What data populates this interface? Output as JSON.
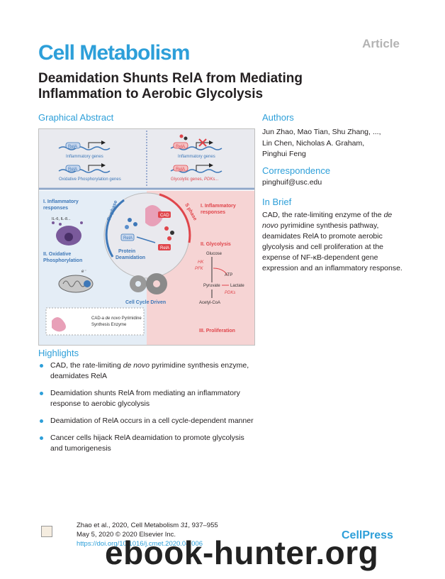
{
  "header": {
    "article_tag": "Article",
    "journal": "Cell Metabolism",
    "title_line1": "Deamidation Shunts RelA from Mediating",
    "title_line2": "Inflammation to Aerobic Glycolysis"
  },
  "graphical_abstract": {
    "heading": "Graphical Abstract",
    "top_left": {
      "gene_label1": "Inflammatory genes",
      "gene_label2": "Oxidative Phosphorylation genes",
      "rela": "RelA"
    },
    "top_right": {
      "gene_label1": "Inflammatory genes",
      "gene_label2_part1": "Glycolytic genes, ",
      "gene_label2_part2": "PDKs...",
      "rela": "RelA"
    },
    "left_panel": {
      "item1_line1": "I. Inflammatory",
      "item1_line2": "responses",
      "cytokines": "IL-6, IL-8...",
      "item2_line1": "II. Oxidative",
      "item2_line2": "Phosphorylation",
      "electron": "e⁻",
      "phase": "G₁ phase"
    },
    "center": {
      "cad": "CAD",
      "rela": "RelA",
      "rela2": "RelA",
      "label_line1": "Protein",
      "label_line2": "Deamidation",
      "cycle": "Cell Cycle Driven",
      "phase": "S phase"
    },
    "right_panel": {
      "item1_line1": "I. Inflammatory",
      "item1_line2": "responses",
      "item2": "II. Glycolysis",
      "glucose": "Glucose",
      "hk": "HK",
      "pfk": "PFK",
      "atp": "ATP",
      "pyruvate": "Pyruvate",
      "lactate": "Lactate",
      "pdks": "PDKs",
      "acetyl": "Acetyl-CoA",
      "item3": "III. Proliferation"
    },
    "legend": {
      "line1_prefix": "CAD-a ",
      "line1_italic": "de novo",
      "line1_suffix": " Pyrimidine",
      "line2": "Synthesis Enzyme"
    },
    "colors": {
      "left_bg": "#e4edf6",
      "right_bg": "#f6d4d4",
      "accent_red": "#e0454b",
      "accent_blue": "#3e78b8"
    }
  },
  "authors": {
    "heading": "Authors",
    "line1": "Jun Zhao, Mao Tian, Shu Zhang, ...,",
    "line2": "Lin Chen, Nicholas A. Graham,",
    "line3": "Pinghui Feng"
  },
  "correspondence": {
    "heading": "Correspondence",
    "email": "pinghuif@usc.edu"
  },
  "in_brief": {
    "heading": "In Brief",
    "p1": "CAD, the rate-limiting enzyme of the ",
    "p1_italic1": "de novo",
    "p2": " pyrimidine synthesis pathway, deamidates RelA to promote aerobic glycolysis and cell proliferation at the expense of NF-κB-dependent gene expression and an inflammatory response."
  },
  "highlights": {
    "heading": "Highlights",
    "h1_a": "CAD, the rate-limiting ",
    "h1_italic": "de novo",
    "h1_b": " pyrimidine synthesis enzyme, deamidates RelA",
    "h2": "Deamidation shunts RelA from mediating an inflammatory response to aerobic glycolysis",
    "h3": "Deamidation of RelA occurs in a cell cycle-dependent manner",
    "h4": "Cancer cells hijack RelA deamidation to promote glycolysis and tumorigenesis"
  },
  "citation": {
    "line1_a": "Zhao et al., 2020, Cell Metabolism ",
    "line1_vol": "31",
    "line1_b": ", 937–955",
    "line2": "May 5, 2020 © 2020 Elsevier Inc.",
    "line3": "https://doi.org/10.1016/j.cmet.2020.04.006"
  },
  "footer": {
    "cellpress": "CellPress",
    "watermark": "ebook-hunter.org"
  }
}
